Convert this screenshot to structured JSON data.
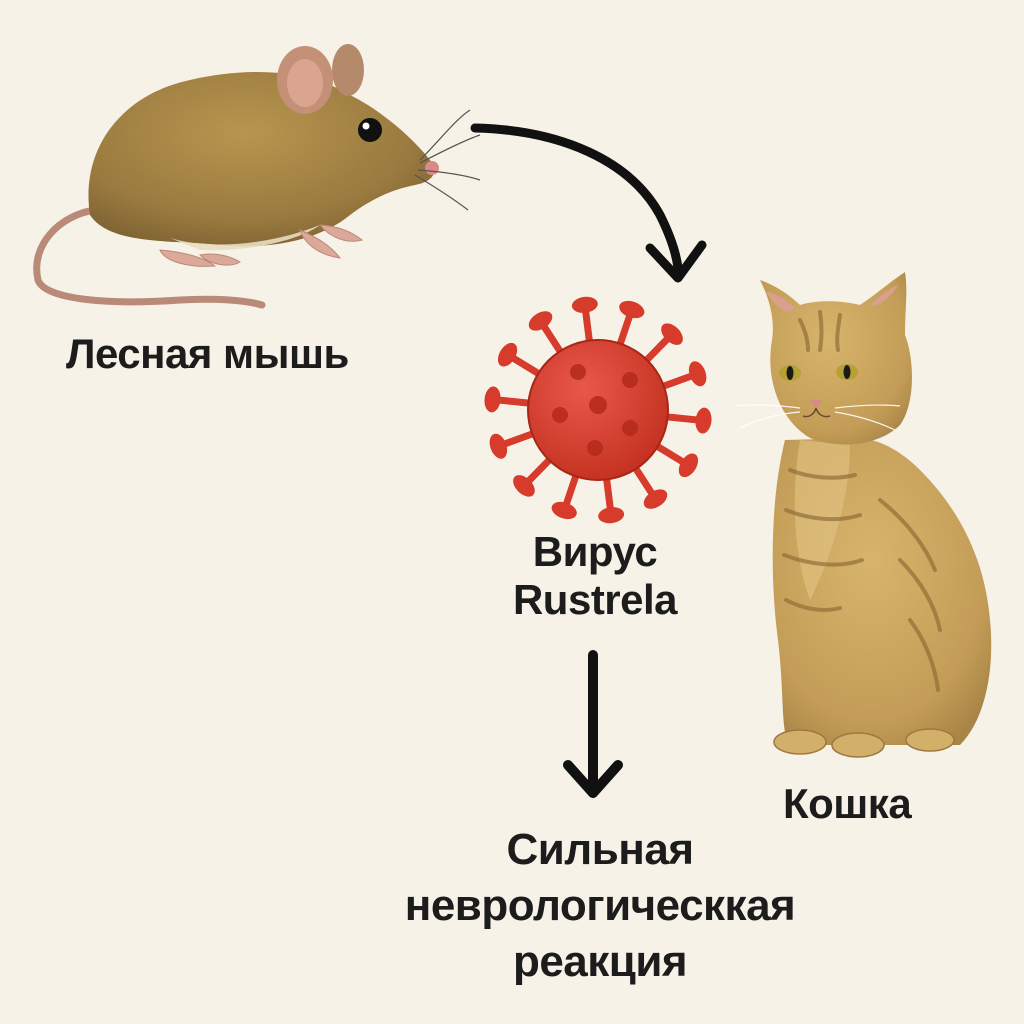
{
  "nodes": {
    "mouse": {
      "label": "Лесная мышь",
      "icon": "wood-mouse-illustration"
    },
    "virus": {
      "label_line1": "Вирус",
      "label_line2": "Rustrela",
      "icon": "virus-icon",
      "color": "#d63b2b"
    },
    "cat": {
      "label": "Кошка",
      "icon": "tabby-cat-illustration"
    },
    "outcome": {
      "label_line1": "Сильная",
      "label_line2": "неврологическкая",
      "label_line3": "реакция"
    }
  },
  "edges": [
    {
      "from": "mouse",
      "to": "virus",
      "shape": "curved-arrow"
    },
    {
      "from": "virus",
      "to": "outcome",
      "shape": "straight-arrow"
    }
  ],
  "colors": {
    "background": "#f7f2e7",
    "text": "#1c1c1c",
    "arrow": "#111111",
    "mouse_fur": "#a5834a",
    "cat_fur": "#c8a45e"
  }
}
